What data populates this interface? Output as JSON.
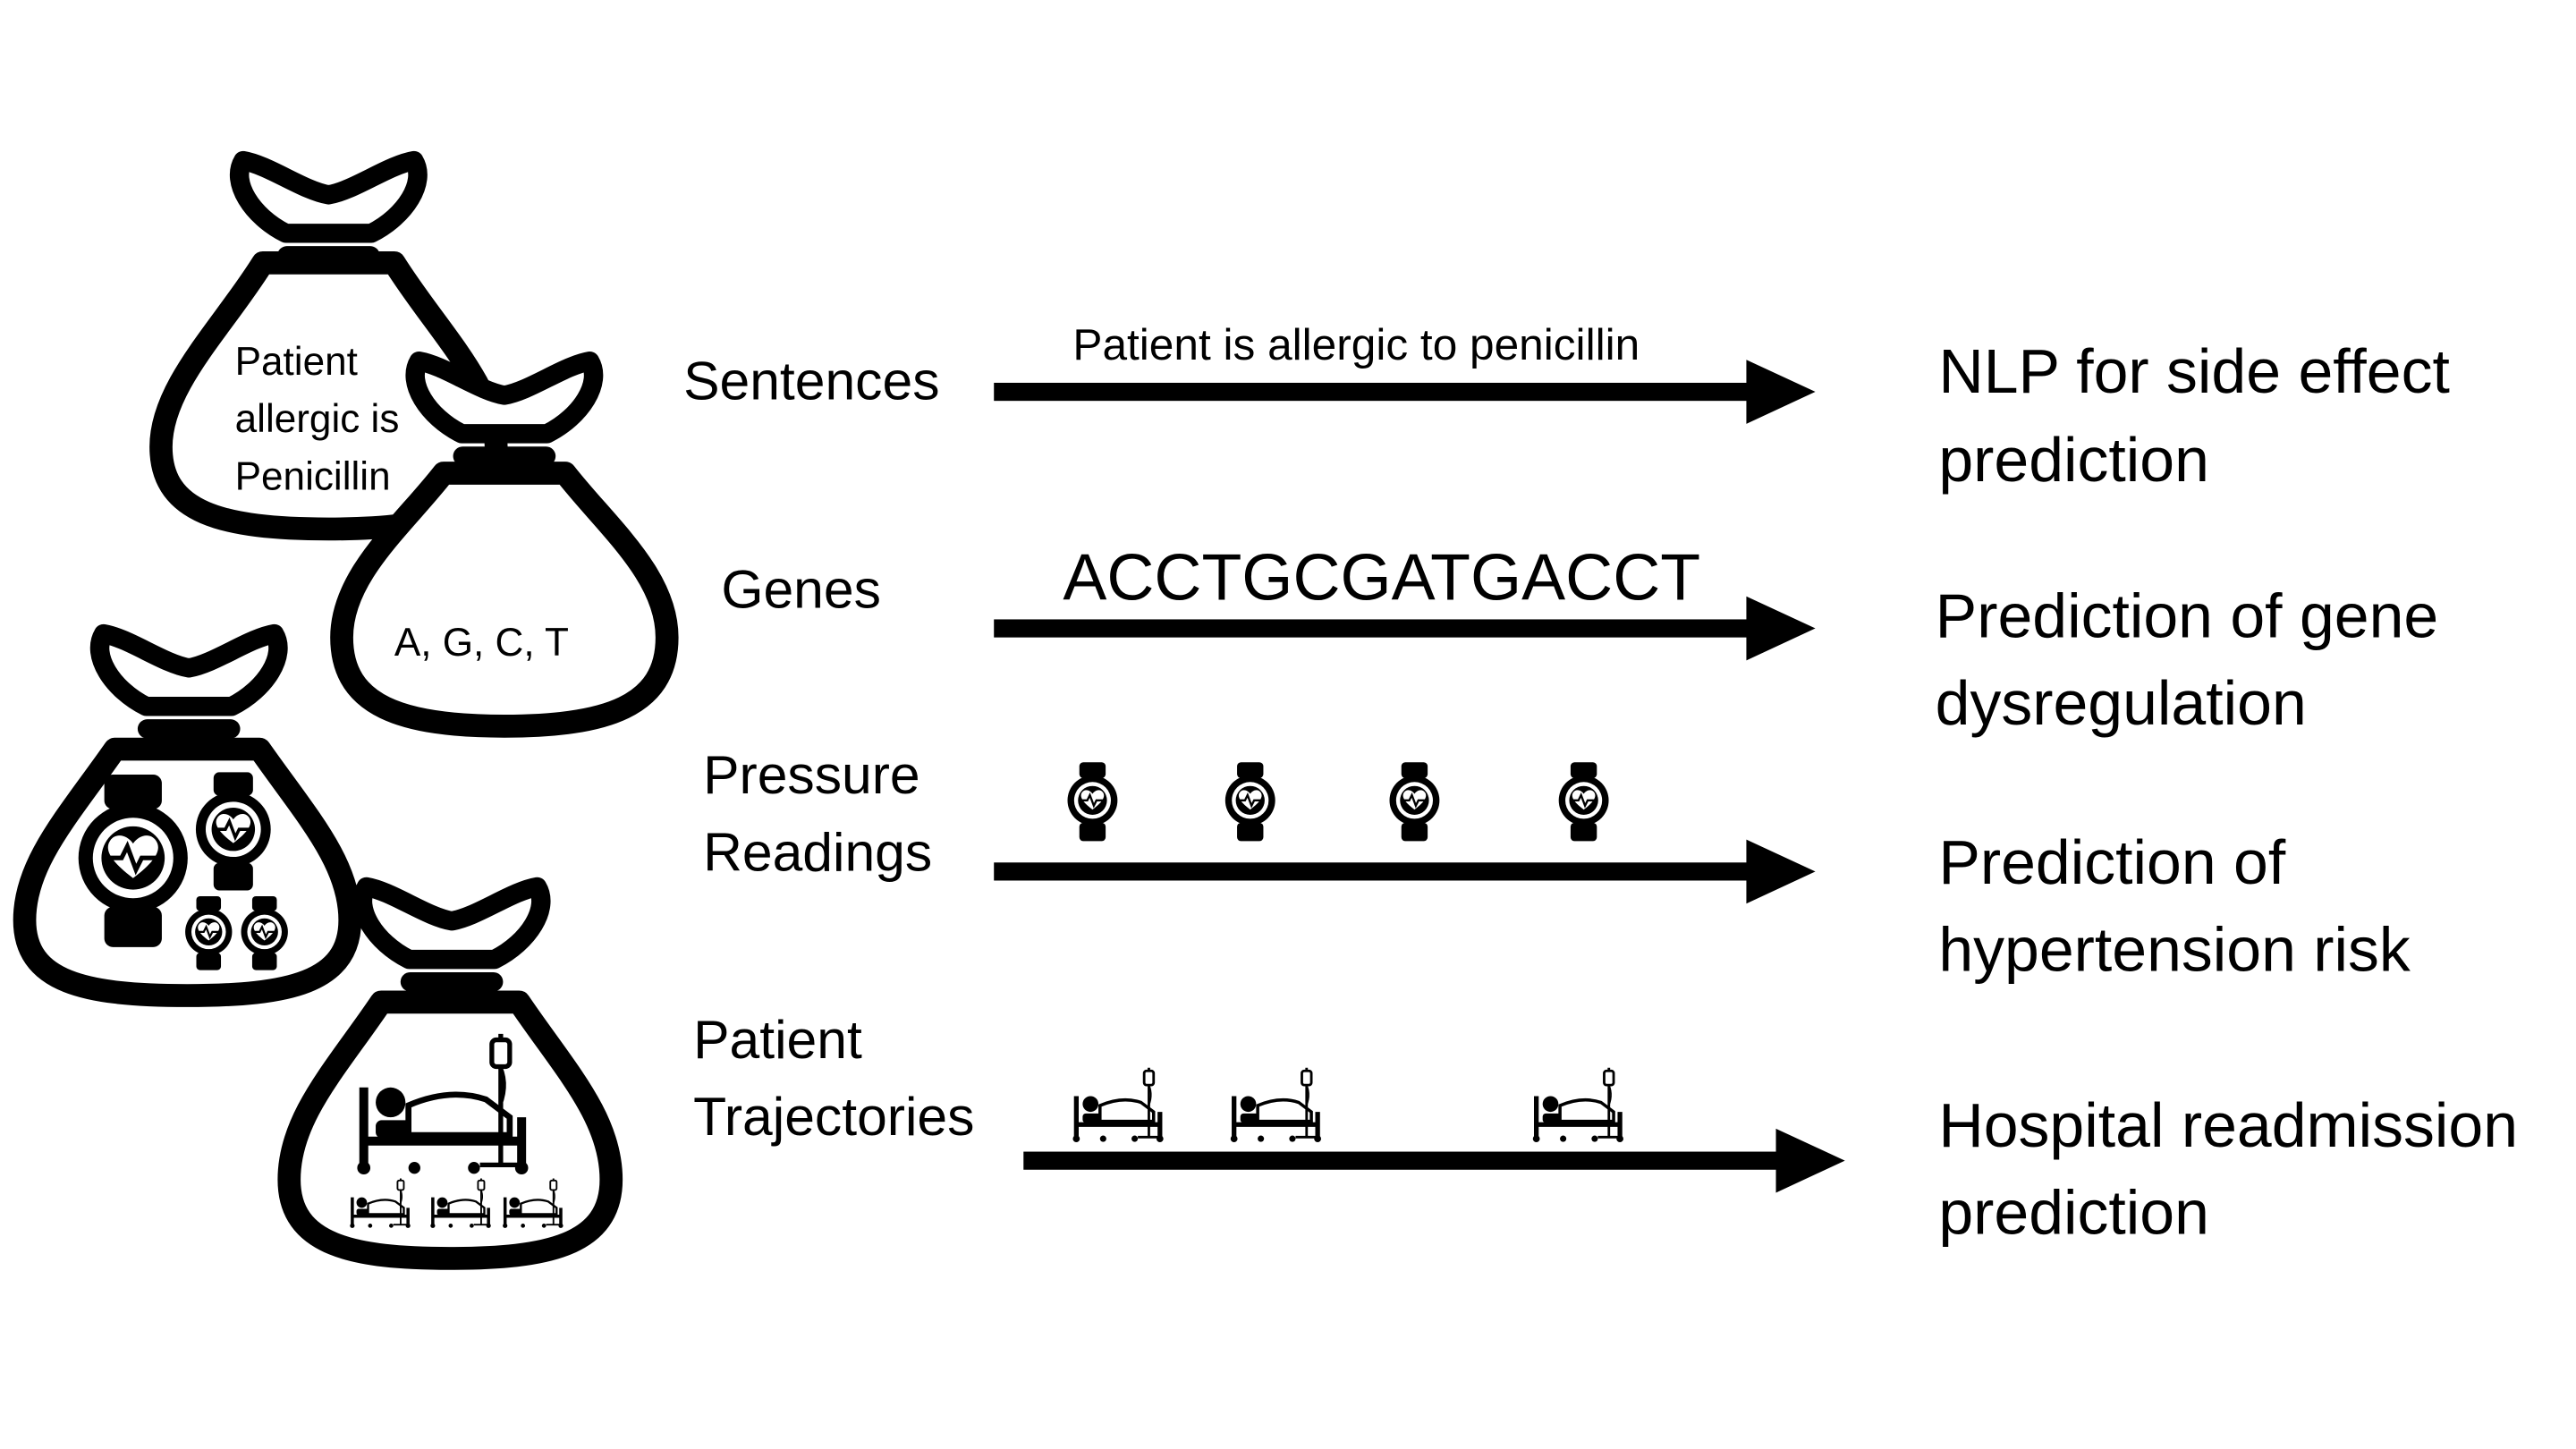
{
  "bags": {
    "sentences_bag_text": [
      "Patient",
      "allergic is",
      "Penicillin"
    ],
    "genes_bag_text": "A, G, C, T"
  },
  "rows": [
    {
      "input_label": [
        "Sentences"
      ],
      "sequence_text": "Patient is allergic to penicillin",
      "sequence_icon": null,
      "output_label": [
        "NLP for side effect",
        "prediction"
      ]
    },
    {
      "input_label": [
        "Genes"
      ],
      "sequence_text": "ACCTGCGATGACCT",
      "sequence_icon": null,
      "output_label": [
        "Prediction of gene",
        "dysregulation"
      ]
    },
    {
      "input_label": [
        "Pressure",
        "Readings"
      ],
      "sequence_text": null,
      "sequence_icon": "smartwatch-heart-icon",
      "sequence_icon_count": 4,
      "output_label": [
        "Prediction of",
        "hypertension risk"
      ]
    },
    {
      "input_label": [
        "Patient",
        "Trajectories"
      ],
      "sequence_text": null,
      "sequence_icon": "hospital-bed-icon",
      "sequence_icon_count": 3,
      "output_label": [
        "Hospital readmission",
        "prediction"
      ]
    }
  ],
  "colors": {
    "ink": "#000000",
    "background": "#ffffff"
  }
}
